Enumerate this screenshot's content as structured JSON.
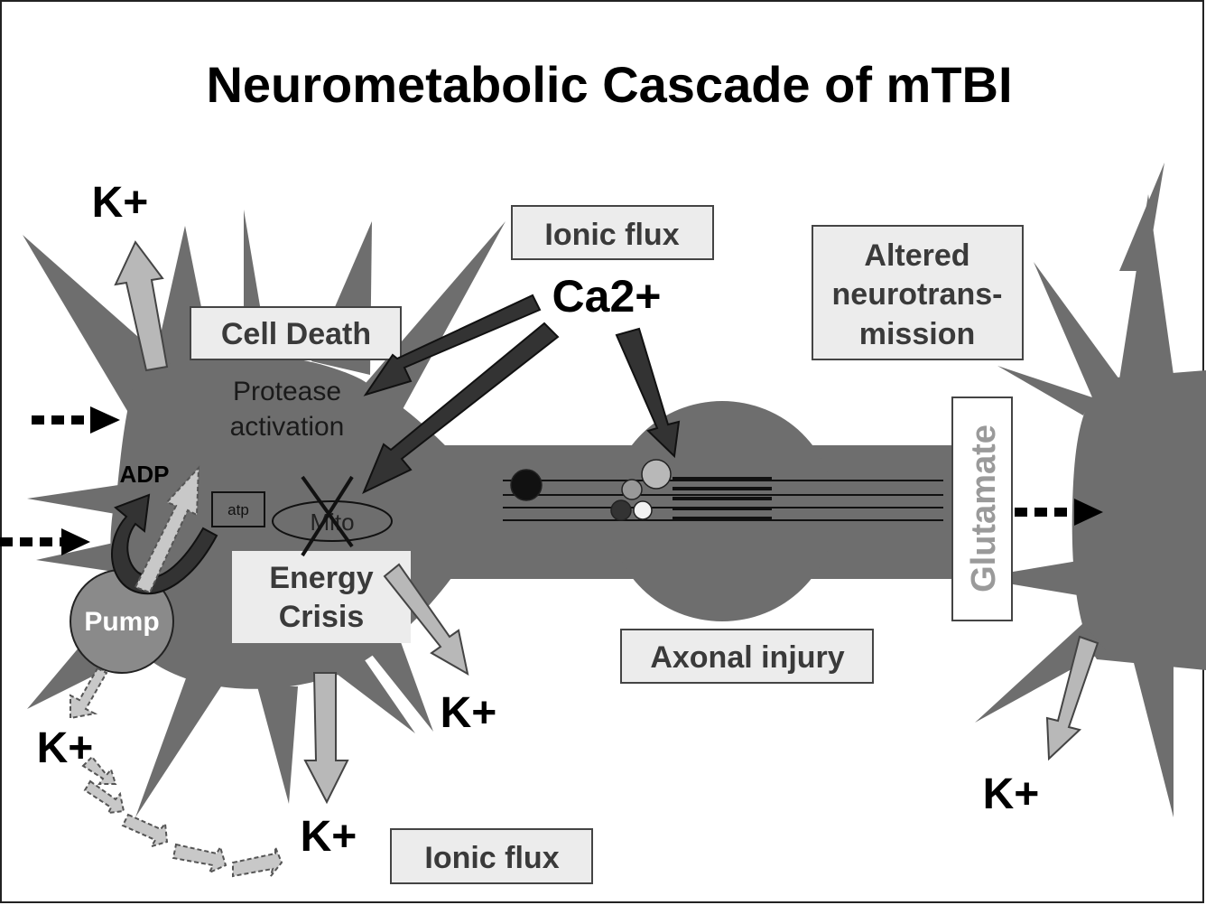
{
  "title": "Neurometabolic Cascade of mTBI",
  "labels": {
    "k_top_left": "K+",
    "k_energy": "K+",
    "k_bottom": "K+",
    "k_left": "K+",
    "k_right": "K+",
    "ca": "Ca2+",
    "adp": "ADP",
    "atp": "atp",
    "mito": "Mito",
    "pump": "Pump",
    "protease_line1": "Protease",
    "protease_line2": "activation",
    "glutamate": "Glutamate"
  },
  "boxes": {
    "ionic_flux_top": "Ionic flux",
    "cell_death": "Cell Death",
    "altered_line1": "Altered",
    "altered_line2": "neurotrans-",
    "altered_line3": "mission",
    "energy_line1": "Energy",
    "energy_line2": "Crisis",
    "axonal_injury": "Axonal injury",
    "ionic_flux_bottom": "Ionic flux"
  },
  "colors": {
    "neuron": "#6e6e6e",
    "box_fill": "#ececec",
    "dark_arrow": "#333333",
    "light_arrow": "#b8b8b8"
  }
}
